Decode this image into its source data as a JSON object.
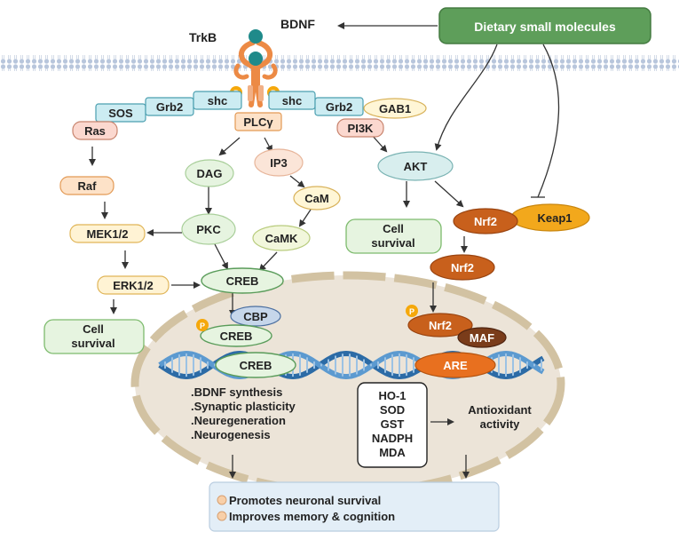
{
  "labels": {
    "bdnf": "BDNF",
    "trkb": "TrkB",
    "dietary": "Dietary small molecules",
    "sos": "SOS",
    "grb2_left": "Grb2",
    "shc_left": "shc",
    "shc_right": "shc",
    "grb2_right": "Grb2",
    "gab1": "GAB1",
    "ras": "Ras",
    "plcg": "PLCγ",
    "pi3k": "PI3K",
    "dag": "DAG",
    "ip3": "IP3",
    "akt": "AKT",
    "raf": "Raf",
    "cam": "CaM",
    "nrf2_top": "Nrf2",
    "keap1": "Keap1",
    "mek": "MEK1/2",
    "pkc": "PKC",
    "camk": "CaMK",
    "cell_survival_right_1": "Cell",
    "cell_survival_right_2": "survival",
    "nrf2_mid": "Nrf2",
    "erk": "ERK1/2",
    "creb_top": "CREB",
    "cell_survival_left_1": "Cell",
    "cell_survival_left_2": "survival",
    "cbp": "CBP",
    "creb_p": "CREB",
    "nrf2_nuc": "Nrf2",
    "maf": "MAF",
    "creb_dna": "CREB",
    "are": "ARE",
    "p": "P"
  },
  "nucleus_left": [
    ".BDNF synthesis",
    ".Synaptic plasticity",
    ".Neuregeneration",
    ".Neurogenesis"
  ],
  "nucleus_box": [
    "HO-1",
    "SOD",
    "GST",
    "NADPH",
    "MDA"
  ],
  "antioxidant": [
    "Antioxidant",
    "activity"
  ],
  "outcomes": [
    "Promotes neuronal survival",
    "Improves memory & cognition"
  ],
  "colors": {
    "membrane": "#c7d4e6",
    "receptor": "#ec8a45",
    "teal": "#1f8a8a",
    "green_box": "#5e9e5a",
    "nucleus": "#ece4d8",
    "nuclear_envelope": "#d8c8a8",
    "dna_blue": "#2c6ba6",
    "cyan_box": "#ccecf2",
    "cyan_stroke": "#4b9fb0",
    "peach_box": "#fde2c8",
    "peach_stroke": "#e39a55",
    "rose_box": "#fbd8cf",
    "rose_stroke": "#c8846e",
    "green_oval": "#e6f4e0",
    "green_oval_stroke": "#7dbb6d",
    "nrf2": "#c8601c",
    "keap1": "#f2a81c",
    "maf": "#7a3c1a",
    "are": "#e8701f",
    "cbp": "#c6d6ea",
    "phospho": "#f5a80b",
    "outcome_box": "#e3eef7"
  }
}
